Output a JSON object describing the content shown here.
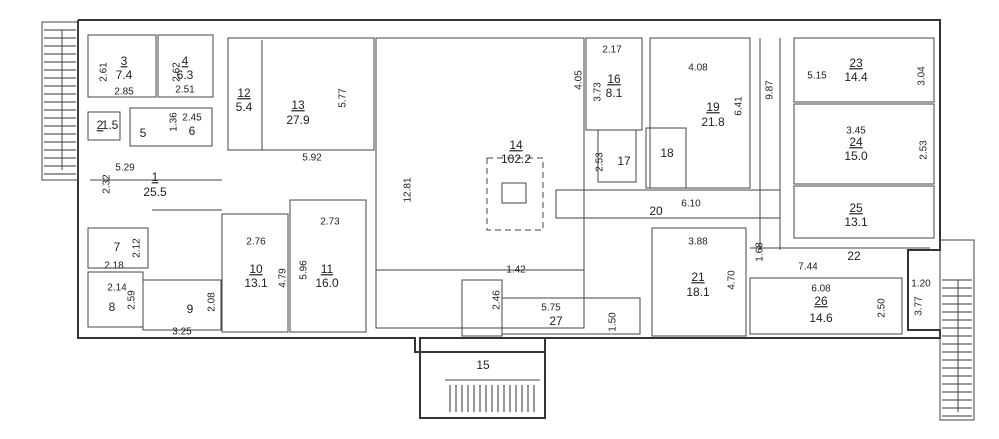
{
  "plan": {
    "rooms": [
      {
        "id": "1",
        "label": "1",
        "area": "25.5",
        "dims": [
          "5.29",
          "2.32"
        ]
      },
      {
        "id": "2",
        "label": "2",
        "area": "1.5",
        "dims": []
      },
      {
        "id": "3",
        "label": "3",
        "area": "7.4",
        "dims": [
          "2.61",
          "2.85"
        ]
      },
      {
        "id": "4",
        "label": "4",
        "area": "6.3",
        "dims": [
          "2.62",
          "2.51"
        ]
      },
      {
        "id": "5",
        "label": "5",
        "area": "",
        "dims": []
      },
      {
        "id": "6",
        "label": "6",
        "area": "",
        "dims": [
          "2.45",
          "1.36"
        ]
      },
      {
        "id": "7",
        "label": "7",
        "area": "",
        "dims": [
          "2.12",
          "2.18"
        ]
      },
      {
        "id": "8",
        "label": "8",
        "area": "",
        "dims": [
          "2.14",
          "2.59"
        ]
      },
      {
        "id": "9",
        "label": "9",
        "area": "",
        "dims": [
          "2.08",
          "3.25"
        ]
      },
      {
        "id": "10",
        "label": "10",
        "area": "13.1",
        "dims": [
          "2.76",
          "4.79"
        ]
      },
      {
        "id": "11",
        "label": "11",
        "area": "16.0",
        "dims": [
          "2.73",
          "5.96"
        ]
      },
      {
        "id": "12",
        "label": "12",
        "area": "5.4",
        "dims": []
      },
      {
        "id": "13",
        "label": "13",
        "area": "27.9",
        "dims": [
          "5.77",
          "5.92"
        ]
      },
      {
        "id": "14",
        "label": "14",
        "area": "102.2",
        "dims": [
          "12.81"
        ]
      },
      {
        "id": "15",
        "label": "15",
        "area": "",
        "dims": []
      },
      {
        "id": "16",
        "label": "16",
        "area": "8.1",
        "dims": [
          "2.17",
          "4.05",
          "3.73"
        ]
      },
      {
        "id": "17",
        "label": "17",
        "area": "",
        "dims": [
          "2.53"
        ]
      },
      {
        "id": "18",
        "label": "18",
        "area": "",
        "dims": []
      },
      {
        "id": "19",
        "label": "19",
        "area": "21.8",
        "dims": [
          "4.08",
          "6.41"
        ]
      },
      {
        "id": "20",
        "label": "20",
        "area": "",
        "dims": [
          "6.10"
        ]
      },
      {
        "id": "21",
        "label": "21",
        "area": "18.1",
        "dims": [
          "3.88",
          "4.70"
        ]
      },
      {
        "id": "22",
        "label": "22",
        "area": "",
        "dims": [
          "7.44",
          "1.68"
        ]
      },
      {
        "id": "23",
        "label": "23",
        "area": "14.4",
        "dims": [
          "5.15",
          "3.04"
        ]
      },
      {
        "id": "24",
        "label": "24",
        "area": "15.0",
        "dims": [
          "3.45",
          "2.53"
        ]
      },
      {
        "id": "25",
        "label": "25",
        "area": "13.1",
        "dims": []
      },
      {
        "id": "26",
        "label": "26",
        "area": "14.6",
        "dims": [
          "6.08",
          "2.50"
        ]
      },
      {
        "id": "27",
        "label": "27",
        "area": "",
        "dims": [
          "5.75",
          "1.50",
          "2.46",
          "1.42"
        ]
      }
    ],
    "extra_dims": [
      "9.87",
      "1.20",
      "3.77"
    ],
    "toilet_label": "21"
  }
}
